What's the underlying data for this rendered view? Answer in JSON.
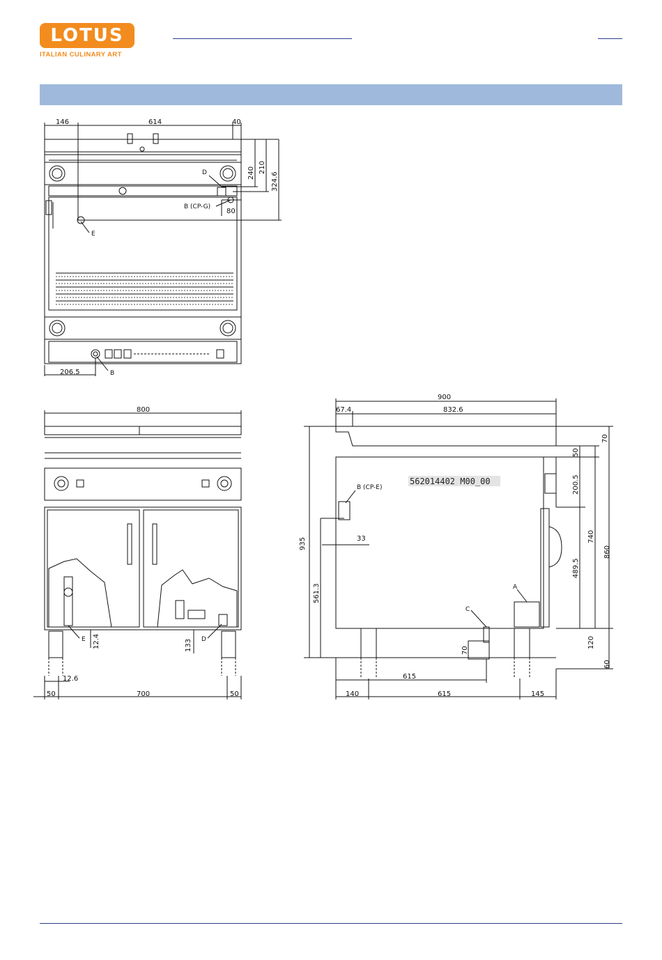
{
  "brand": {
    "name": "LOTUS",
    "tagline": "ITALIAN CULINARY ART",
    "color": "#f28c1e"
  },
  "colors": {
    "header_rule": "#2b3f8c",
    "band": "#9fb9dc",
    "line": "#111111"
  },
  "top_view": {
    "dims": {
      "d146": "146",
      "d614": "614",
      "d40": "40",
      "d240": "240",
      "d210": "210",
      "d324_6": "324.6",
      "d80": "80",
      "d206_5": "206.5"
    },
    "labels": {
      "D": "D",
      "B_cpg": "B (CP-G)",
      "E": "E",
      "B": "B"
    }
  },
  "front_view": {
    "dims": {
      "d800": "800",
      "d12_4": "12.4",
      "d133": "133",
      "d12_6": "12.6",
      "d50a": "50",
      "d700": "700",
      "d50b": "50"
    },
    "labels": {
      "E": "E",
      "D": "D"
    }
  },
  "side_view": {
    "dims": {
      "d900": "900",
      "d67_4": "67.4",
      "d832_6": "832.6",
      "d70top": "70",
      "d50": "50",
      "d200_5": "200.5",
      "d740": "740",
      "d489_5": "489.5",
      "d860": "860",
      "d935": "935",
      "d561_3": "561.3",
      "d33": "33",
      "d120": "120",
      "d60": "60",
      "d615a": "615",
      "d70": "70",
      "d140": "140",
      "d615b": "615",
      "d145": "145"
    },
    "labels": {
      "B_cpe": "B (CP-E)",
      "A": "A",
      "C": "C"
    },
    "code": "562014402  M00_00"
  }
}
